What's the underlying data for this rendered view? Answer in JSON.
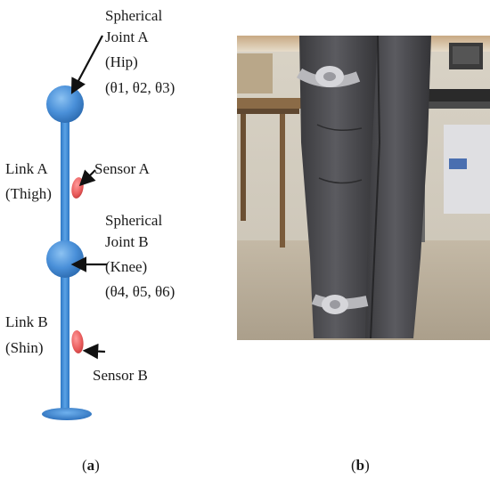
{
  "panel_a": {
    "joint_a": {
      "line1": "Spherical",
      "line2": "Joint A",
      "line3": "(Hip)",
      "angles": "(θ1,  θ2,  θ3)"
    },
    "joint_b": {
      "line1": "Spherical",
      "line2": "Joint B",
      "line3": "(Knee)",
      "angles": "(θ4,  θ5,  θ6)"
    },
    "link_a": {
      "line1": "Link A",
      "line2": "(Thigh)"
    },
    "link_b": {
      "line1": "Link B",
      "line2": "(Shin)"
    },
    "sensor_a": "Sensor A",
    "sensor_b": "Sensor B",
    "caption_open": "(",
    "caption_letter": "a",
    "caption_close": ")"
  },
  "panel_b": {
    "caption_open": "(",
    "caption_letter": "b",
    "caption_close": ")"
  },
  "colors": {
    "joint": "#4a90d9",
    "link": "#3d8ad6",
    "sensor": "#e85a5a",
    "arrow": "#111111"
  }
}
